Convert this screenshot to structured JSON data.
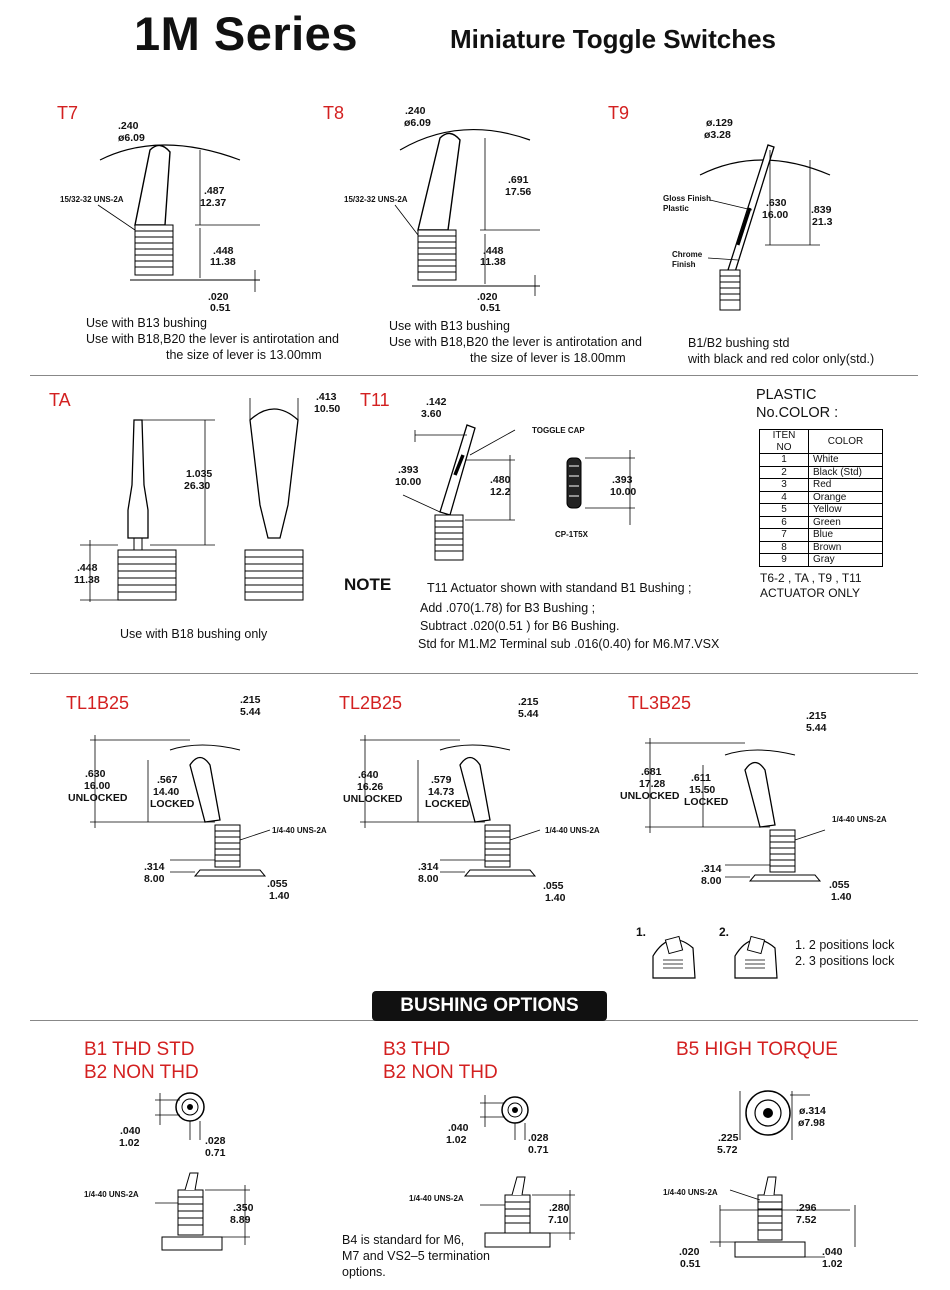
{
  "header": {
    "title": "1M Series",
    "subtitle": "Miniature Toggle Switches"
  },
  "t7": {
    "label": "T7",
    "dia": [
      ".240",
      "ø6.09"
    ],
    "thread": "15/32-32 UNS-2A",
    "h1": [
      ".487",
      "12.37"
    ],
    "h2": [
      ".448",
      "11.38"
    ],
    "h3": [
      ".020",
      "0.51"
    ],
    "note": [
      "Use with B13 bushing",
      "Use with B18,B20 the lever is antirotation and",
      "the size of lever is 13.00mm"
    ]
  },
  "t8": {
    "label": "T8",
    "dia": [
      ".240",
      "ø6.09"
    ],
    "thread": "15/32-32 UNS-2A",
    "h1": [
      ".691",
      "17.56"
    ],
    "h2": [
      ".448",
      "11.38"
    ],
    "h3": [
      ".020",
      "0.51"
    ],
    "note": [
      "Use with B13 bushing",
      "Use with B18,B20 the lever is antirotation and",
      "the size of lever is 18.00mm"
    ]
  },
  "t9": {
    "label": "T9",
    "dia": [
      "ø.129",
      "ø3.28"
    ],
    "gloss": [
      "Gloss Finish",
      "Plastic"
    ],
    "chrome": [
      "Chrome",
      "Finish"
    ],
    "h1": [
      ".630",
      "16.00"
    ],
    "h2": [
      ".839",
      "21.3"
    ],
    "note": [
      "B1/B2 bushing std",
      "with black and red color only(std.)"
    ]
  },
  "ta": {
    "label": "TA",
    "h1": [
      "1.035",
      "26.30"
    ],
    "h2": [
      ".448",
      "11.38"
    ],
    "w": [
      ".413",
      "10.50"
    ],
    "note": "Use with B18 bushing only"
  },
  "t11": {
    "label": "T11",
    "w": [
      ".142",
      "3.60"
    ],
    "cap": "TOGGLE CAP",
    "h1": [
      ".393",
      "10.00"
    ],
    "h2": [
      ".480",
      "12.2"
    ],
    "h3": [
      ".393",
      "10.00"
    ],
    "part": "CP-1T5X"
  },
  "plastic": {
    "title": [
      "PLASTIC",
      "No.COLOR :"
    ],
    "headers": [
      "ITEN NO",
      "COLOR"
    ],
    "rows": [
      [
        "1",
        "White"
      ],
      [
        "2",
        "Black (Std)"
      ],
      [
        "3",
        "Red"
      ],
      [
        "4",
        "Orange"
      ],
      [
        "5",
        "Yellow"
      ],
      [
        "6",
        "Green"
      ],
      [
        "7",
        "Blue"
      ],
      [
        "8",
        "Brown"
      ],
      [
        "9",
        "Gray"
      ]
    ],
    "footer": [
      "T6-2 , TA , T9 , T11",
      "ACTUATOR ONLY"
    ]
  },
  "note": {
    "label": "NOTE",
    "lines": [
      "T11 Actuator shown with standand B1 Bushing ;",
      "Add .070(1.78) for B3 Bushing ;",
      "Subtract .020(0.51 ) for B6 Bushing.",
      "Std for M1.M2 Terminal sub .016(0.40) for M6.M7.VSX"
    ]
  },
  "tl": [
    {
      "label": "TL1B25",
      "w": [
        ".215",
        "5.44"
      ],
      "unl": [
        ".630",
        "16.00",
        "UNLOCKED"
      ],
      "lock": [
        ".567",
        "14.40",
        "LOCKED"
      ],
      "thread": "1/4-40 UNS-2A",
      "b": [
        ".314",
        "8.00"
      ],
      "c": [
        ".055",
        "1.40"
      ]
    },
    {
      "label": "TL2B25",
      "w": [
        ".215",
        "5.44"
      ],
      "unl": [
        ".640",
        "16.26",
        "UNLOCKED"
      ],
      "lock": [
        ".579",
        "14.73",
        "LOCKED"
      ],
      "thread": "1/4-40 UNS-2A",
      "b": [
        ".314",
        "8.00"
      ],
      "c": [
        ".055",
        "1.40"
      ]
    },
    {
      "label": "TL3B25",
      "w": [
        ".215",
        "5.44"
      ],
      "unl": [
        ".681",
        "17.28",
        "UNLOCKED"
      ],
      "lock": [
        ".611",
        "15.50",
        "LOCKED"
      ],
      "thread": "1/4-40 UNS-2A",
      "b": [
        ".314",
        "8.00"
      ],
      "c": [
        ".055",
        "1.40"
      ]
    }
  ],
  "locks": {
    "n1": "1.",
    "n2": "2.",
    "l1": "1. 2 positions lock",
    "l2": "2. 3 positions lock"
  },
  "bushing": {
    "banner": "BUSHING OPTIONS",
    "b1": {
      "title": [
        "B1 THD STD",
        "B2 NON THD"
      ],
      "a": [
        ".040",
        "1.02"
      ],
      "b": [
        ".028",
        "0.71"
      ],
      "thread": "1/4-40 UNS-2A",
      "c": [
        ".350",
        "8.89"
      ]
    },
    "b3": {
      "title": [
        "B3 THD",
        "B2 NON THD"
      ],
      "a": [
        ".040",
        "1.02"
      ],
      "b": [
        ".028",
        "0.71"
      ],
      "thread": "1/4-40 UNS-2A",
      "c": [
        ".280",
        "7.10"
      ],
      "note": [
        "B4 is standard for M6,",
        "M7 and VS2–5 termination",
        "options."
      ]
    },
    "b5": {
      "title": "B5 HIGH TORQUE",
      "a": [
        ".225",
        "5.72"
      ],
      "d": [
        "ø.314",
        "ø7.98"
      ],
      "thread": "1/4-40 UNS-2A",
      "c": [
        ".296",
        "7.52"
      ],
      "e": [
        ".020",
        "0.51"
      ],
      "f": [
        ".040",
        "1.02"
      ]
    }
  }
}
